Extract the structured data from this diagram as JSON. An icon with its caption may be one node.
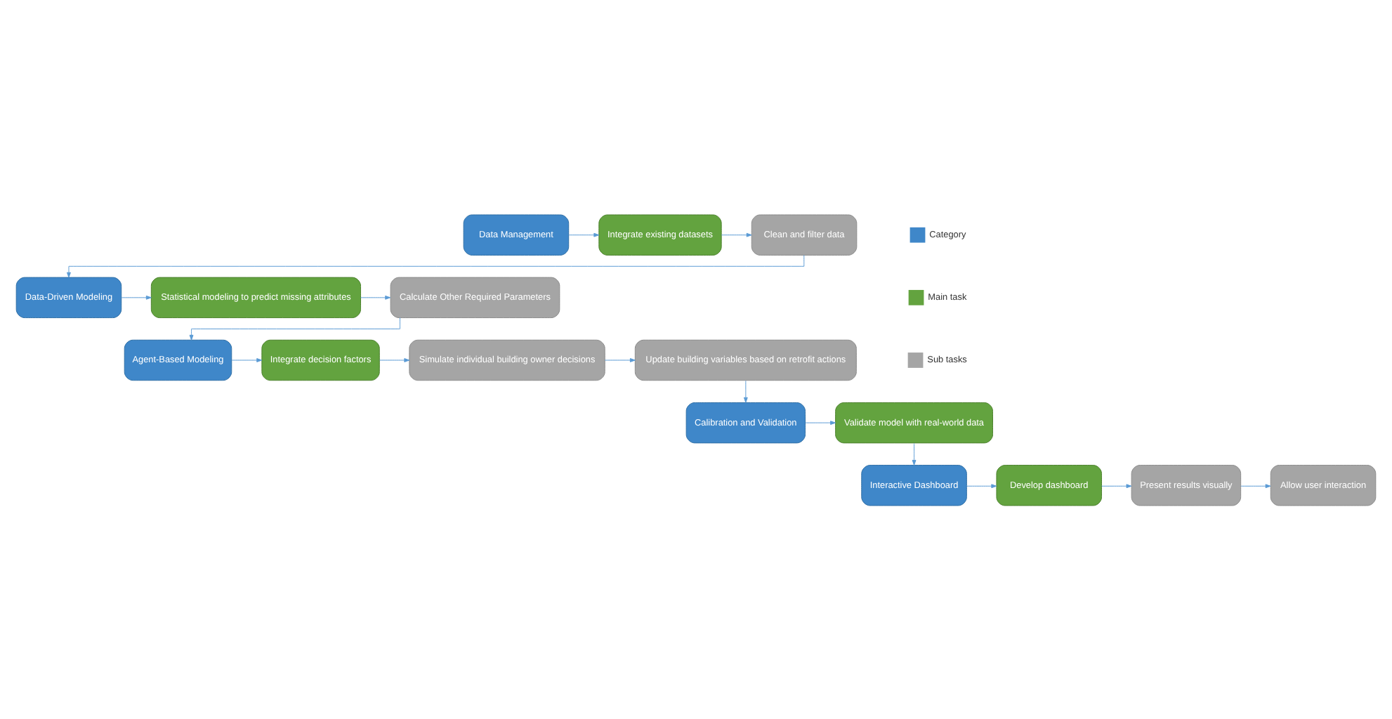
{
  "diagram": {
    "nodes": [
      {
        "text": [
          "Data Management"
        ]
      },
      {
        "text": [
          "Integrate existing datasets"
        ]
      },
      {
        "text": [
          "Clean and filter data"
        ]
      },
      {
        "text": [
          "Data-Driven Modeling"
        ]
      },
      {
        "text": [
          "Statistical modeling to predict missing attributes"
        ]
      },
      {
        "text": [
          "Calculate Other Required Parameters"
        ]
      },
      {
        "text": [
          "Agent-Based Modeling"
        ]
      },
      {
        "text": [
          "Integrate decision factors"
        ]
      },
      {
        "text": [
          "Simulate individual building owner decisions"
        ]
      },
      {
        "text": [
          "Update building variables based on retrofit actions"
        ]
      },
      {
        "text": [
          "Calibration and Validation"
        ]
      },
      {
        "text": [
          "Validate model with real-world data"
        ]
      },
      {
        "text": [
          "Interactive Dashboard"
        ]
      },
      {
        "text": [
          "Develop dashboard"
        ]
      },
      {
        "text": [
          "Present results visually"
        ]
      },
      {
        "text": [
          "Allow user interaction"
        ]
      }
    ],
    "edges": [
      {
        "from": 0,
        "to": 1,
        "arrow": "to"
      },
      {
        "from": 1,
        "to": 2,
        "arrow": "to"
      },
      {
        "from": 2,
        "to": 3,
        "arrow": "to"
      },
      {
        "from": 3,
        "to": 4,
        "arrow": "to"
      },
      {
        "from": 4,
        "to": 5,
        "arrow": "to"
      },
      {
        "from": 5,
        "to": 6,
        "arrow": "to"
      },
      {
        "from": 6,
        "to": 7,
        "arrow": "to"
      },
      {
        "from": 7,
        "to": 8,
        "arrow": "to"
      },
      {
        "from": 8,
        "to": 9,
        "arrow": "to"
      },
      {
        "from": 9,
        "to": 10,
        "arrow": "to"
      },
      {
        "from": 10,
        "to": 11,
        "arrow": "to"
      },
      {
        "from": 11,
        "to": 12,
        "arrow": "to"
      },
      {
        "from": 12,
        "to": 13,
        "arrow": "to"
      },
      {
        "from": 13,
        "to": 14,
        "arrow": "to"
      },
      {
        "from": 14,
        "to": 15,
        "arrow": "to"
      }
    ],
    "legend": [
      {
        "text": "Category",
        "color": "#3f87c9"
      },
      {
        "text": "Main task",
        "color": "#63a33f"
      },
      {
        "text": "Sub tasks",
        "color": "#a5a5a5"
      }
    ]
  }
}
